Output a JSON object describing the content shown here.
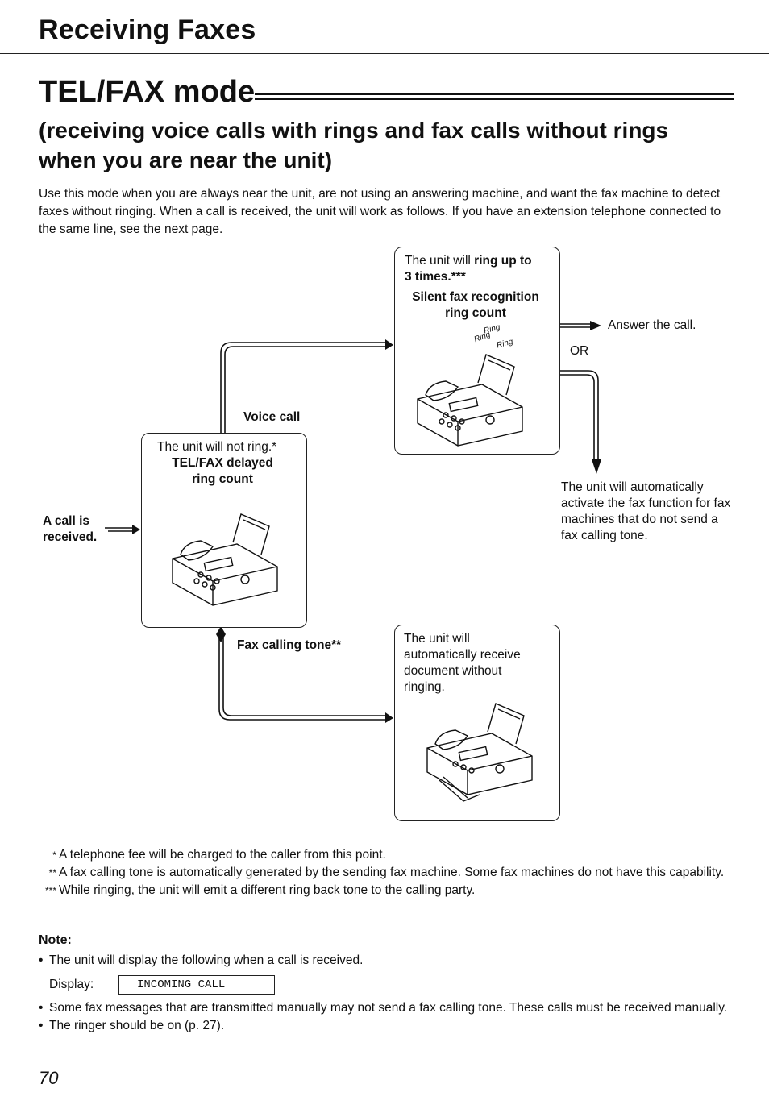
{
  "header": {
    "section_title": "Receiving Faxes",
    "mode_title": "TEL/FAX mode",
    "subtitle": "(receiving voice calls with rings and fax calls without rings when you are near the unit)"
  },
  "intro": "Use this mode when you are always near the unit, are not using an answering machine, and want the fax machine to detect faxes without ringing. When a call is received, the unit will work as follows. If you have an extension telephone connected to the same line, see the next page.",
  "diagram": {
    "call_received_line1": "A call is",
    "call_received_line2": "received.",
    "center_box": {
      "line1": "The unit will not ring.*",
      "line2": "TEL/FAX delayed",
      "line3": "ring count"
    },
    "voice_call_label": "Voice call",
    "fax_tone_label": "Fax calling tone**",
    "ring_box": {
      "line1_prefix": "The unit will ",
      "line1_bold": "ring up to",
      "line2": "3 times.***",
      "line3": "Silent fax recognition",
      "line4": "ring count"
    },
    "ring_sound_1": "Ring",
    "ring_sound_2": "Ring",
    "ring_sound_3": "Ring",
    "answer_label": "Answer the call.",
    "or_label": "OR",
    "auto_fax_text": "The unit will automatically activate the fax function for fax machines that do not send a fax calling tone.",
    "receive_box": {
      "line1": "The unit will",
      "line2": "automatically receive",
      "line3": "document without",
      "line4": "ringing."
    }
  },
  "footnotes": [
    {
      "mark": "*",
      "text": "A telephone fee will be charged to the caller from this point."
    },
    {
      "mark": "**",
      "text": "A fax calling tone is automatically generated by the sending fax machine. Some fax machines do not have this capability."
    },
    {
      "mark": "***",
      "text": "While ringing, the unit will emit a different ring back tone to the calling party."
    }
  ],
  "note": {
    "title": "Note:",
    "bullet1": "The unit will display the following when a call is received.",
    "display_label": "Display:",
    "display_value": "INCOMING CALL",
    "bullet2": "Some fax messages that are transmitted manually may not send a fax calling tone. These calls must be received manually.",
    "bullet3": "The ringer should be on (p. 27)."
  },
  "page_number": "70"
}
